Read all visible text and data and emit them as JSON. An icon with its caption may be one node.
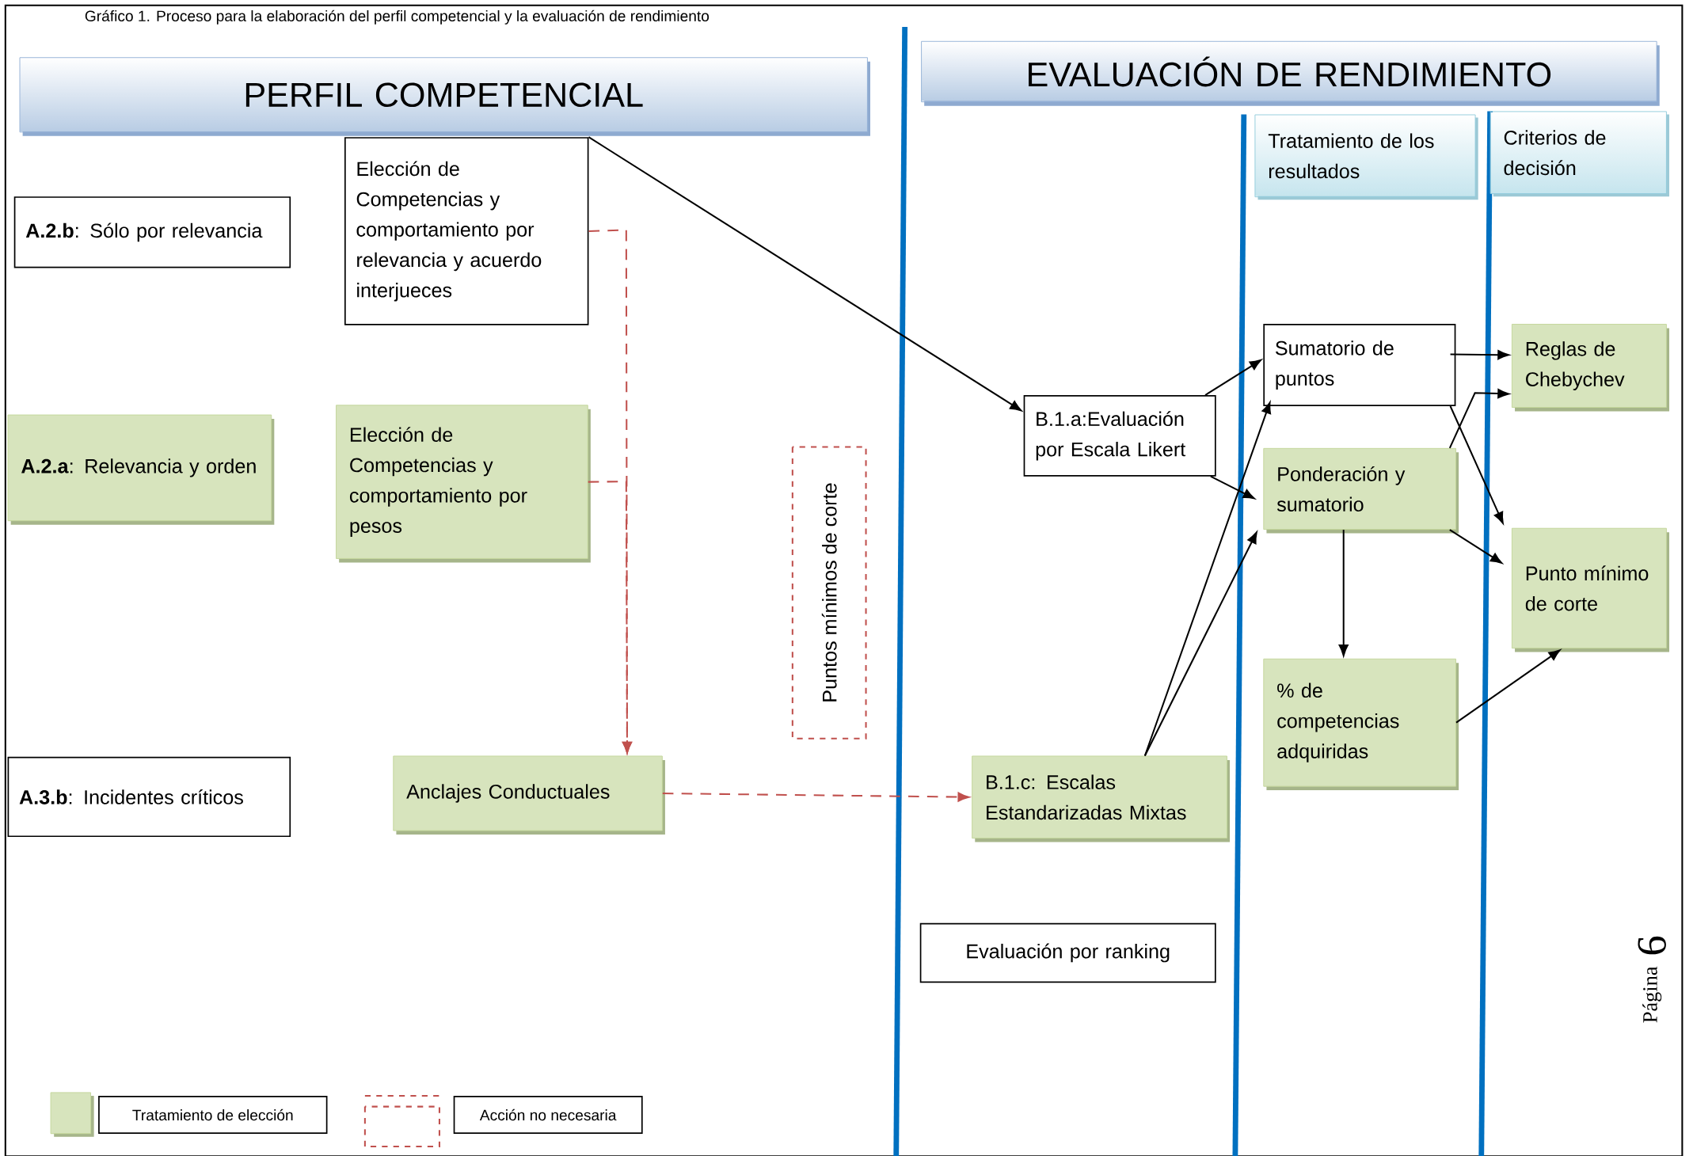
{
  "diagram": {
    "title": "Gráfico 1. Proceso para la elaboración del perfil competencial y la evaluación de rendimiento",
    "nodes": [
      {
        "text": [
          "PERFIL COMPETENCIAL"
        ]
      },
      {
        "text": [
          "EVALUACIÓN DE RENDIMIENTO"
        ]
      },
      {
        "text": [
          "Tratamiento de los resultados"
        ]
      },
      {
        "text": [
          "Criterios de decisión"
        ]
      },
      {
        "text": [
          "**A.2.b**: Sólo por relevancia"
        ]
      },
      {
        "text": [
          "Elección de Competencias y comportamiento por relevancia y acuerdo interjueces"
        ]
      },
      {
        "text": [
          "**A.2.a**: Relevancia y orden"
        ]
      },
      {
        "text": [
          "Elección de Competencias y comportamiento por pesos"
        ]
      },
      {
        "text": [
          "Puntos mínimos de corte"
        ]
      },
      {
        "text": [
          "**A.3.b**: Incidentes críticos"
        ]
      },
      {
        "text": [
          "Anclajes Conductuales"
        ]
      },
      {
        "text": [
          "B.1.a:Evaluación por Escala Likert"
        ]
      },
      {
        "text": [
          "B.1.c: Escalas Estandarizadas Mixtas"
        ]
      },
      {
        "text": [
          "Evaluación por ranking"
        ]
      },
      {
        "text": [
          "Sumatorio de puntos"
        ]
      },
      {
        "text": [
          "Ponderación y sumatorio"
        ]
      },
      {
        "text": [
          "% de competencias adquiridas"
        ]
      },
      {
        "text": [
          "Reglas de Chebychev"
        ]
      },
      {
        "text": [
          "Punto mínimo de corte"
        ]
      }
    ],
    "edges": [
      {
        "from": 5,
        "to": 11,
        "arrow": "to"
      },
      {
        "from": 5,
        "to": 10,
        "arrow": "to",
        "style": "dashed",
        "color": "#c0504d"
      },
      {
        "from": 7,
        "to": 10,
        "arrow": "to",
        "style": "dashed",
        "color": "#c0504d"
      },
      {
        "from": 10,
        "to": 12,
        "arrow": "to",
        "style": "dashed",
        "color": "#c0504d"
      },
      {
        "from": 11,
        "to": 14,
        "arrow": "to"
      },
      {
        "from": 11,
        "to": 15,
        "arrow": "to"
      },
      {
        "from": 12,
        "to": 14,
        "arrow": "to"
      },
      {
        "from": 12,
        "to": 15,
        "arrow": "to"
      },
      {
        "from": 14,
        "to": 17,
        "arrow": "to"
      },
      {
        "from": 14,
        "to": 18,
        "arrow": "to"
      },
      {
        "from": 15,
        "to": 17,
        "arrow": "to"
      },
      {
        "from": 15,
        "to": 18,
        "arrow": "to"
      },
      {
        "from": 15,
        "to": 16,
        "arrow": "to"
      },
      {
        "from": 16,
        "to": 18,
        "arrow": "to"
      }
    ],
    "labels": [
      "Página",
      "6"
    ],
    "legend": [
      {
        "text": "Tratamiento de elección",
        "color": "#d7e4bd"
      },
      {
        "text": "Acción no necesaria"
      }
    ]
  }
}
